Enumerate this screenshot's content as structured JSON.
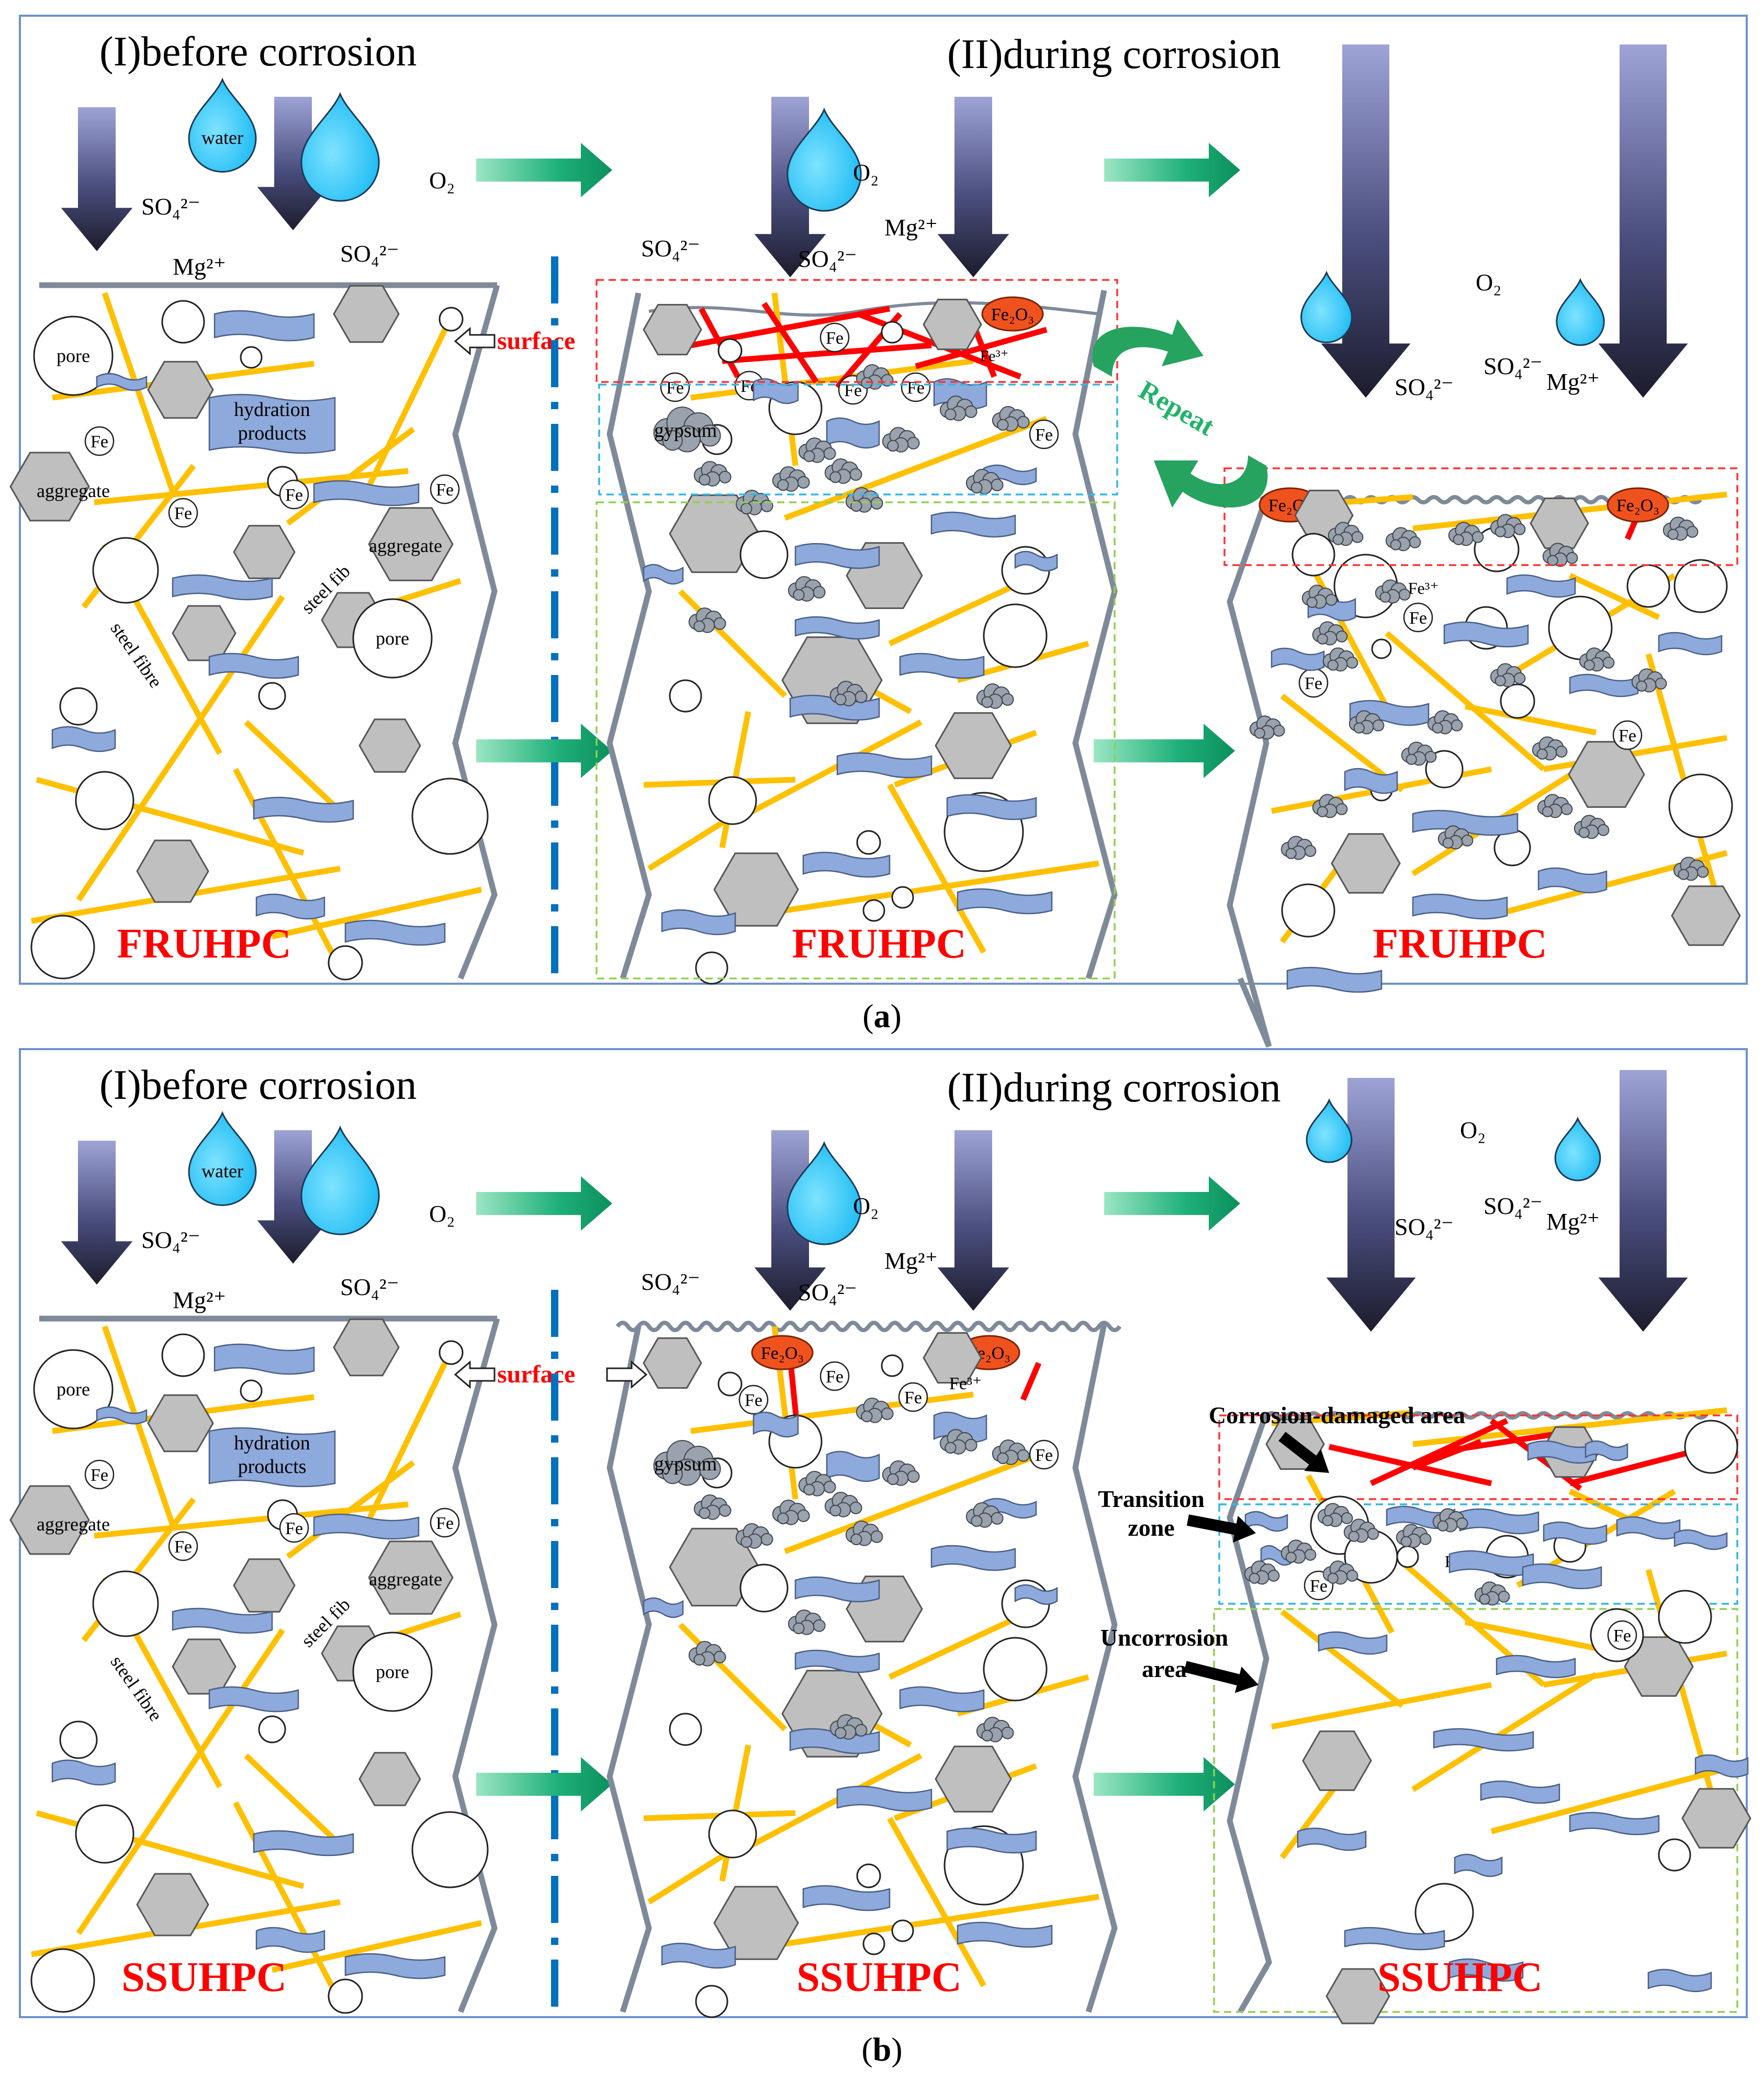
{
  "panel_a": {
    "caption": "a",
    "title_before": "(I)before corrosion",
    "title_during": "(II)during corrosion",
    "material": "FRUHPC",
    "repeat": "Repeat",
    "surface": "surface"
  },
  "panel_b": {
    "caption": "b",
    "title_before": "(I)before corrosion",
    "title_during": "(II)during corrosion",
    "material": "SSUHPC",
    "surface": "surface",
    "corrosion_damaged": "Corrosion-damaged area",
    "transition_1": "Transition",
    "transition_2": "zone",
    "uncorrosion_1": "Uncorrosion",
    "uncorrosion_2": "area"
  },
  "labels": {
    "water": "water",
    "pore": "pore",
    "hydration_1": "hydration",
    "hydration_2": "products",
    "aggregate": "aggregate",
    "steel_fibre": "steel fibre",
    "steel_fib": "steel fib",
    "fe": "Fe",
    "fe3": "Fe³⁺",
    "gypsum": "gypsum",
    "fe2o3": "Fe₂O₃",
    "so4": "SO₄²⁻",
    "mg": "Mg²⁺",
    "o2": "O₂"
  },
  "colors": {
    "fibre": "#FFC000",
    "corroded_fibre": "#FF0000",
    "aggregate": "#BFBFBF",
    "hydration": "#8EA9DB",
    "water": "#33CCFF",
    "boundary": "#7F8A99",
    "divider": "#0070C0",
    "arrow_green": "#1FAA6F",
    "red_box": "#FF3333",
    "blue_box": "#33B5E5",
    "green_box": "#92D050",
    "label_red": "#FF0000",
    "fe2o3": "#F0521E"
  }
}
